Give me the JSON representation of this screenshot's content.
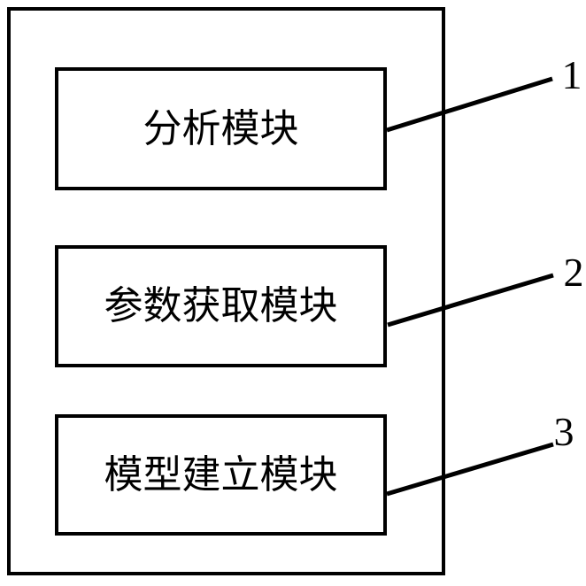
{
  "figure": {
    "background_color": "#ffffff",
    "line_color": "#000000",
    "modules": [
      {
        "label": "分析模块",
        "ref_number": "1"
      },
      {
        "label": "参数获取模块",
        "ref_number": "2"
      },
      {
        "label": "模型建立模块",
        "ref_number": "3"
      }
    ]
  }
}
